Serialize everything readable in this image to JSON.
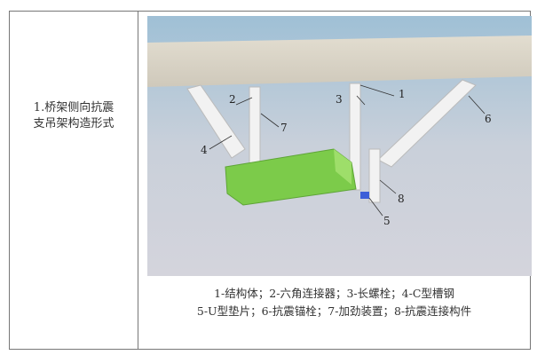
{
  "left_cell": {
    "line1": "1.桥架侧向抗震",
    "line2": "支吊架构造形式"
  },
  "figure": {
    "labels": [
      "1",
      "2",
      "3",
      "4",
      "5",
      "6",
      "7",
      "8"
    ]
  },
  "caption": {
    "line1": "1-结构体；2-六角连接器；3-长螺栓；4-C型槽钢",
    "line2": "5-U型垫片；6-抗震锚栓；7-加劲装置；8-抗震连接构件"
  },
  "colors": {
    "tray": "#7ccb4a",
    "slab": "#d8d3c6",
    "sky": "#a9c4d6"
  }
}
